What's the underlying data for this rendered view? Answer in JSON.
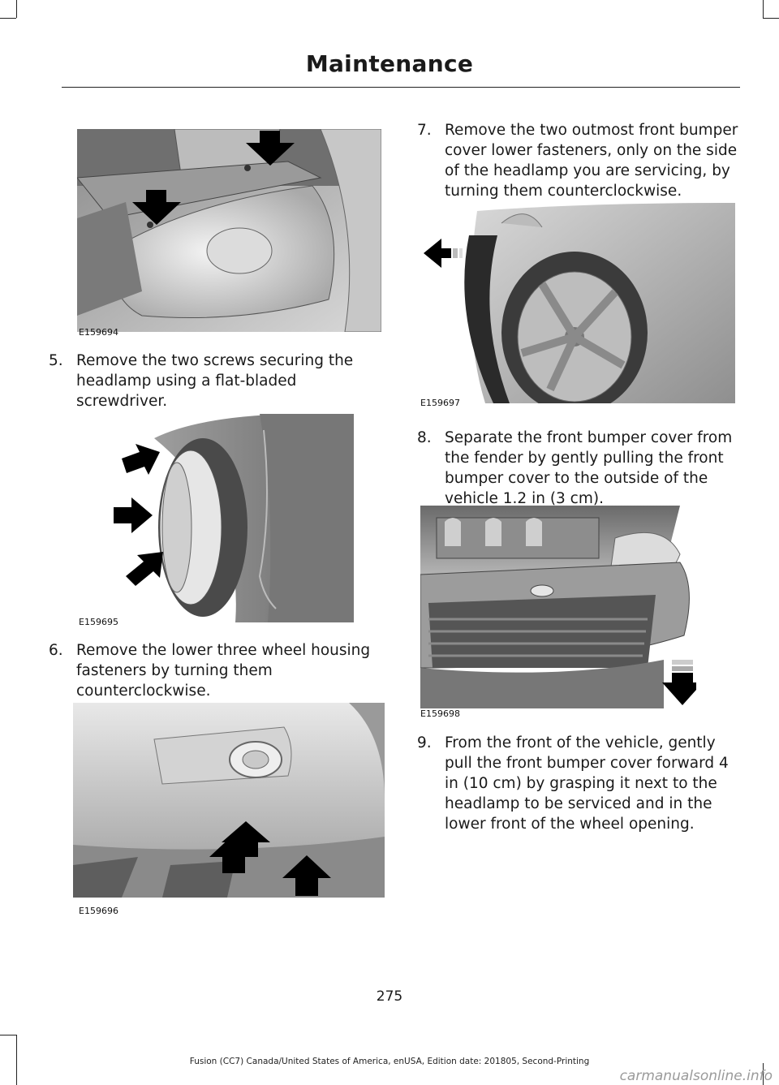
{
  "header": {
    "title": "Maintenance"
  },
  "steps": [
    {
      "number": "5.",
      "text": "Remove the two screws securing the headlamp using a flat-bladed screwdriver."
    },
    {
      "number": "6.",
      "text": "Remove the lower three wheel housing fasteners by turning them counterclockwise."
    },
    {
      "number": "7.",
      "text": "Remove the two outmost front bumper cover lower fasteners, only on the side of the headlamp you are servicing, by turning them counterclockwise."
    },
    {
      "number": "8.",
      "text": "Separate the front bumper cover from the fender by gently pulling the front bumper cover to the outside of the vehicle 1.2 in (3 cm)."
    },
    {
      "number": "9.",
      "text": "From the front of the vehicle, gently pull the front bumper cover forward 4 in (10 cm) by grasping it next to the headlamp to be serviced and in the lower front of the wheel opening."
    }
  ],
  "figures": [
    {
      "code": "E159694"
    },
    {
      "code": "E159695"
    },
    {
      "code": "E159696"
    },
    {
      "code": "E159697"
    },
    {
      "code": "E159698"
    }
  ],
  "footer": {
    "page_number": "275",
    "edition": "Fusion (CC7) Canada/United States of America, enUSA, Edition date: 201805, Second-Printing"
  },
  "watermark": "carmanualsonline.info"
}
